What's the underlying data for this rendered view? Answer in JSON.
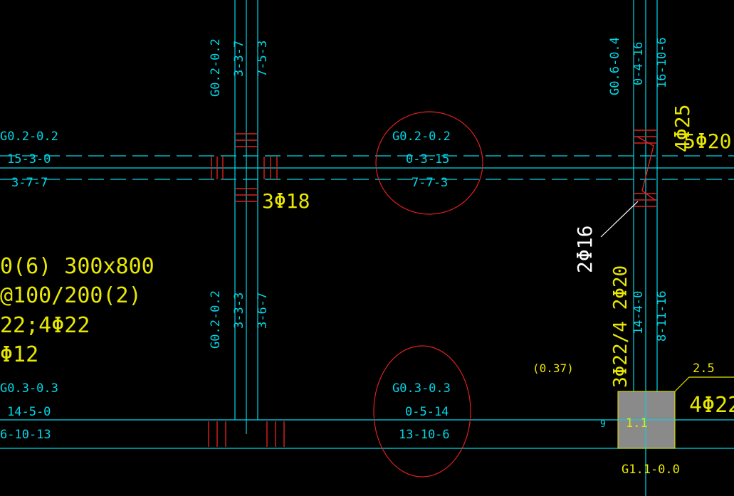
{
  "colors": {
    "background": "#000000",
    "axis_line": "#00d8e8",
    "annotation": "#e8e800",
    "rebar_mark": "#e02020",
    "leader": "#ffffff",
    "column_fill": "#8a8a8a"
  },
  "beam_labels": {
    "top_left_1": "G0.2-0.2",
    "top_left_2": "15-3-0",
    "top_left_3": "3-7-7",
    "top_mid_1": "G0.2-0.2",
    "top_mid_2": "0-3-15",
    "top_mid_3": "7-7-3",
    "bot_left_1": "G0.3-0.3",
    "bot_left_2": "14-5-0",
    "bot_left_3": "6-10-13",
    "bot_mid_1": "G0.3-0.3",
    "bot_mid_2": "0-5-14",
    "bot_mid_3": "13-10-6",
    "col1_top_a": "G0.2-0.2",
    "col1_top_b": "3-3-7",
    "col1_top_c": "7-5-3",
    "col1_bot_a": "G0.2-0.2",
    "col1_bot_b": "3-3-3",
    "col1_bot_c": "3-6-7",
    "col2_top_a": "G0.6-0.4",
    "col2_top_b": "0-4-16",
    "col2_top_c": "16-10-6",
    "col2_bot_b": "14-4-0",
    "col2_bot_c": "8-11-16"
  },
  "annotations": {
    "beam_spec_1": "0(6) 300x800",
    "beam_spec_2": "@100/200(2)",
    "beam_spec_3": "22;4Φ22",
    "beam_spec_4": "Φ12",
    "rebar_3phi18": "3Φ18",
    "rebar_4phi25": "4Φ25",
    "rebar_5phi20": "5Φ20",
    "rebar_2phi16": "2Φ16",
    "rebar_vert_2": "3Φ22/4 2Φ20",
    "ratio": "(0.37)",
    "rebar_4phi22": "4Φ22",
    "dim_2_5": "2.5",
    "col_ratio": "1.1",
    "col_label": "G1.1-0.0",
    "col_9": "9"
  }
}
